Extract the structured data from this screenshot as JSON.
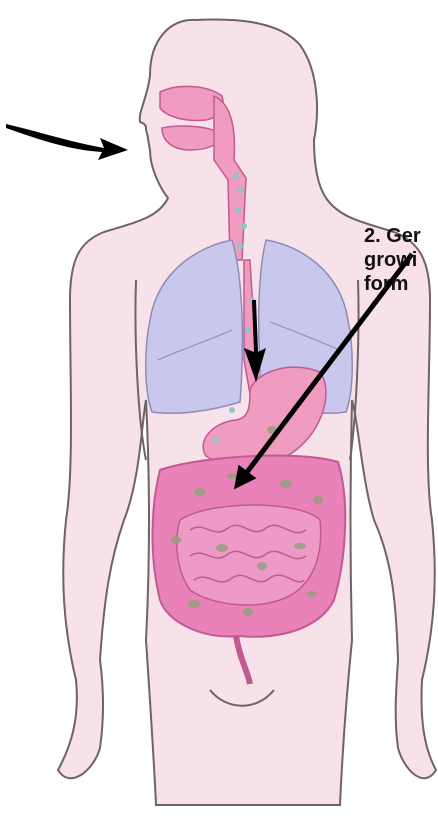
{
  "annotation": {
    "lines": [
      "2. Ger",
      "growi",
      "form"
    ]
  },
  "colors": {
    "background": "#ffffff",
    "body_fill": "#f8e2ea",
    "body_outline": "#6f6268",
    "airway": "#ef9cc0",
    "lungs": "#c9c8ec",
    "lung_outline": "#8f8bb8",
    "intestine": "#e882b8",
    "intestine_outline": "#c25a92",
    "spots": "#8fa07a",
    "trachea_dots": "#8bc7c9",
    "arrow": "#000000"
  },
  "icons": [
    "inhale-arrow-icon",
    "swallow-arrow-icon",
    "pointer-arrow-icon"
  ]
}
